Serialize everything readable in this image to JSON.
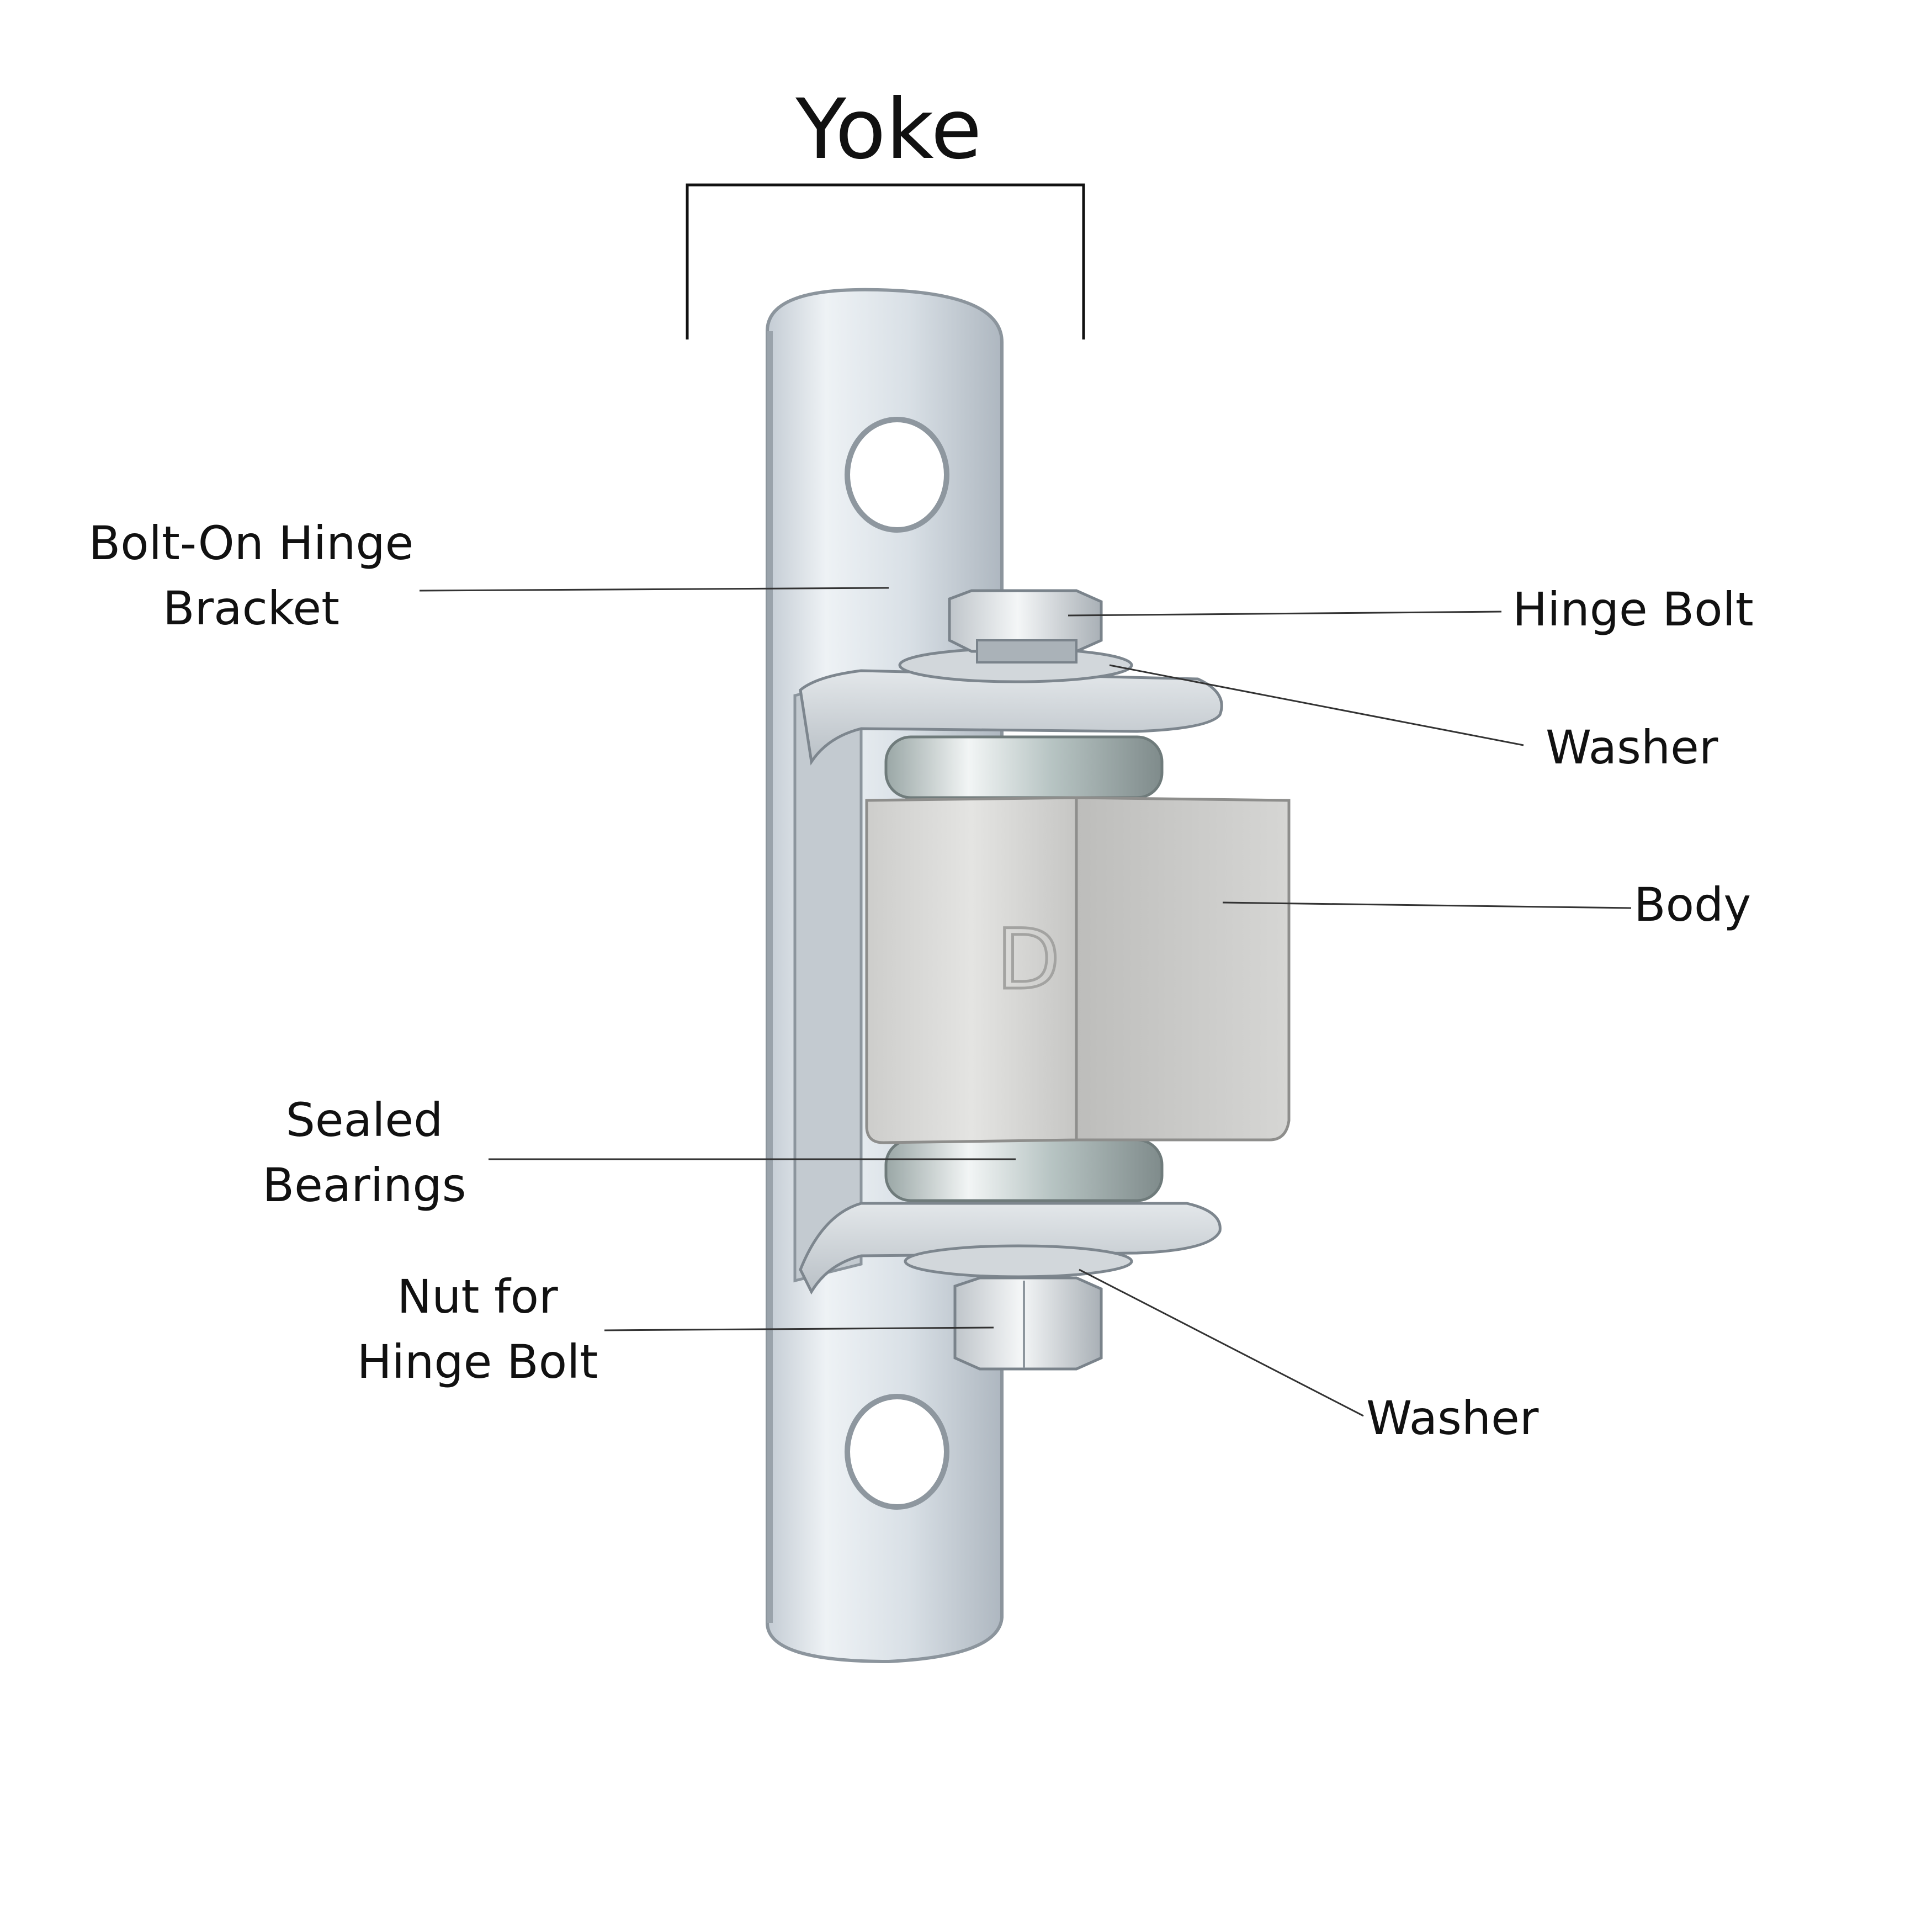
{
  "title": "Yoke",
  "labels": {
    "bracket": [
      "Bolt-On Hinge",
      "Bracket"
    ],
    "hinge_bolt": "Hinge Bolt",
    "washer_top": "Washer",
    "body": "Body",
    "sealed_bearings": [
      "Sealed",
      "Bearings"
    ],
    "nut": [
      "Nut for",
      "Hinge Bolt"
    ],
    "washer_bottom": "Washer"
  },
  "body_mark": "D",
  "colors": {
    "text": "#111111",
    "leader_line": "#333333",
    "bracket": "#d6dde3",
    "body": "#cfcfcf",
    "bearing": "#b8c8c6"
  }
}
